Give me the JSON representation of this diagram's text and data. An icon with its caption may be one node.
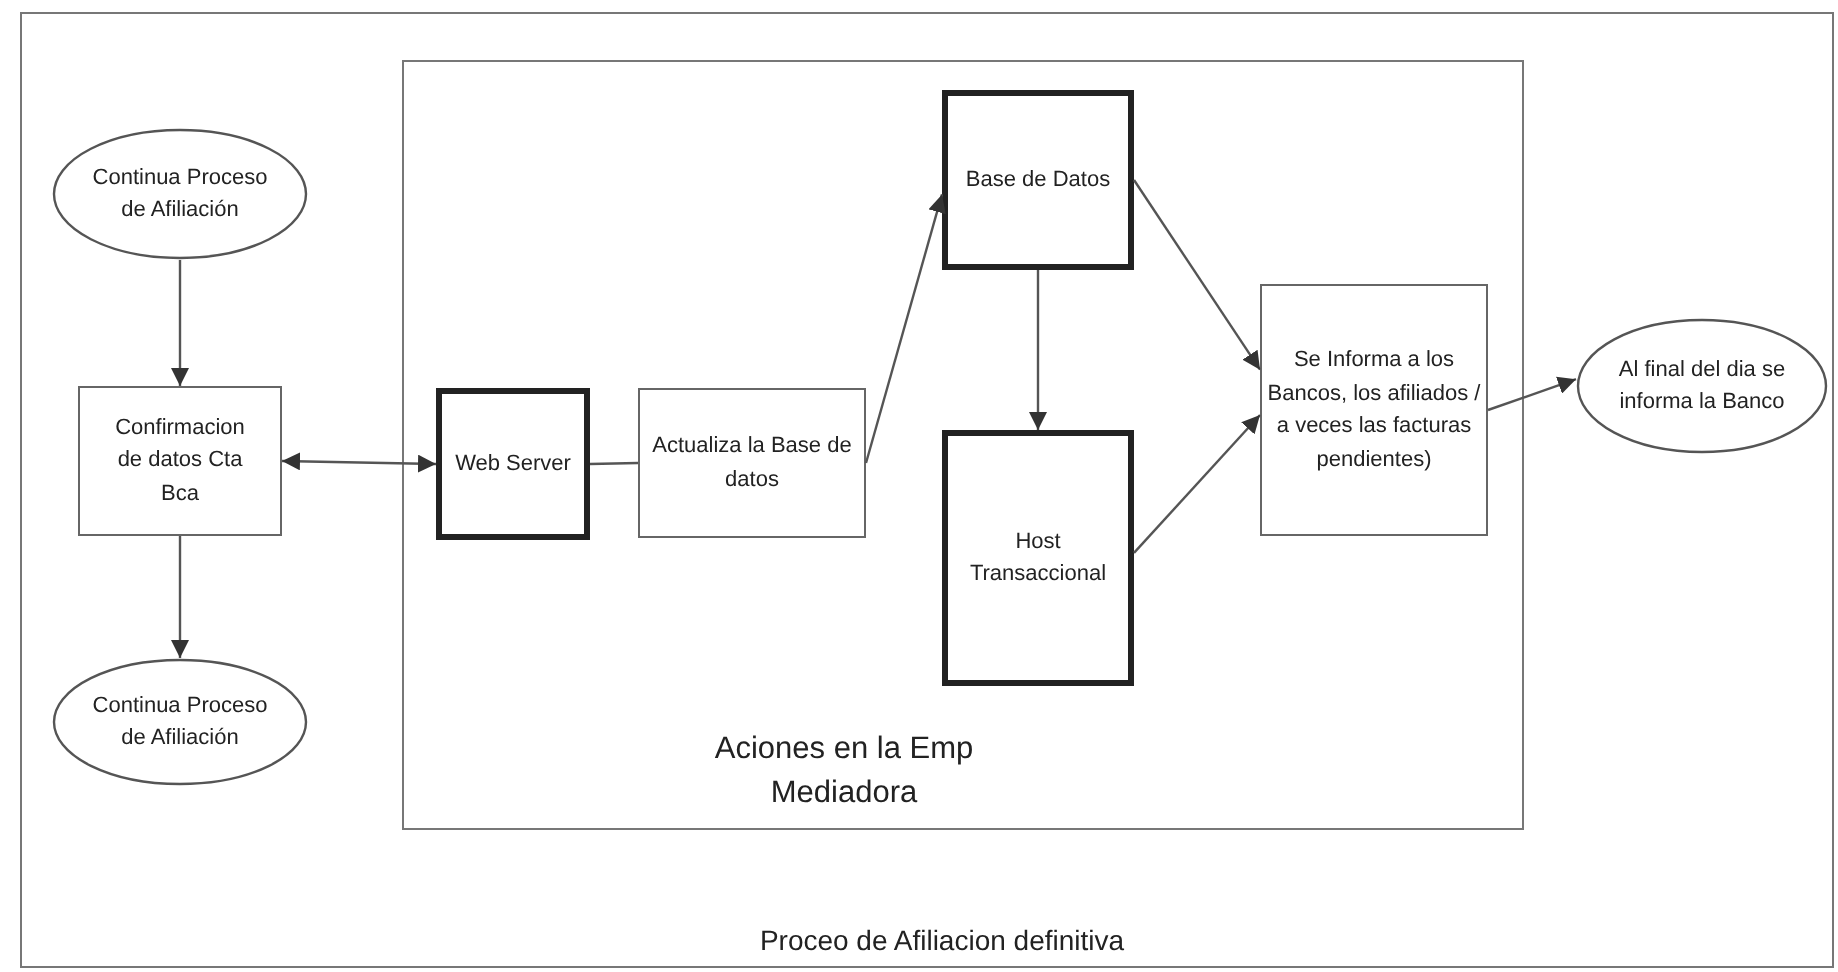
{
  "diagram": {
    "nodes": [
      {
        "text": [
          "Proceo de Afiliacion definitiva"
        ]
      },
      {
        "text": [
          "Continua Proceso de Afiliación"
        ],
        "in": 0
      },
      {
        "text": [
          "Confirmacion de datos Cta Bca"
        ],
        "in": 0
      },
      {
        "text": [
          "Continua Proceso de Afiliación"
        ],
        "in": 0
      },
      {
        "text": [
          "Aciones en la Emp Mediadora"
        ],
        "in": 0
      },
      {
        "text": [
          "Web Server"
        ],
        "in": 4
      },
      {
        "text": [
          "Actualiza la Base de datos"
        ],
        "in": 4
      },
      {
        "text": [
          "Base de Datos"
        ],
        "in": 4
      },
      {
        "text": [
          "Host Transaccional"
        ],
        "in": 4
      },
      {
        "text": [
          "Se Informa a los Bancos, los afiliados / a veces las facturas pendientes)"
        ],
        "in": 4
      },
      {
        "text": [
          "Al final del dia se informa la Banco"
        ],
        "in": 0
      }
    ],
    "edges": [
      {
        "from": 1,
        "to": 2,
        "arrow": "to"
      },
      {
        "from": 2,
        "to": 3,
        "arrow": "to"
      },
      {
        "from": 2,
        "to": 5,
        "arrow": "both"
      },
      {
        "from": 5,
        "to": 6,
        "arrow": "none"
      },
      {
        "from": 6,
        "to": 7,
        "arrow": "to"
      },
      {
        "from": 7,
        "to": 8,
        "arrow": "to"
      },
      {
        "from": 7,
        "to": 9,
        "arrow": "to"
      },
      {
        "from": 8,
        "to": 9,
        "arrow": "to"
      },
      {
        "from": 9,
        "to": 10,
        "arrow": "to"
      }
    ]
  }
}
